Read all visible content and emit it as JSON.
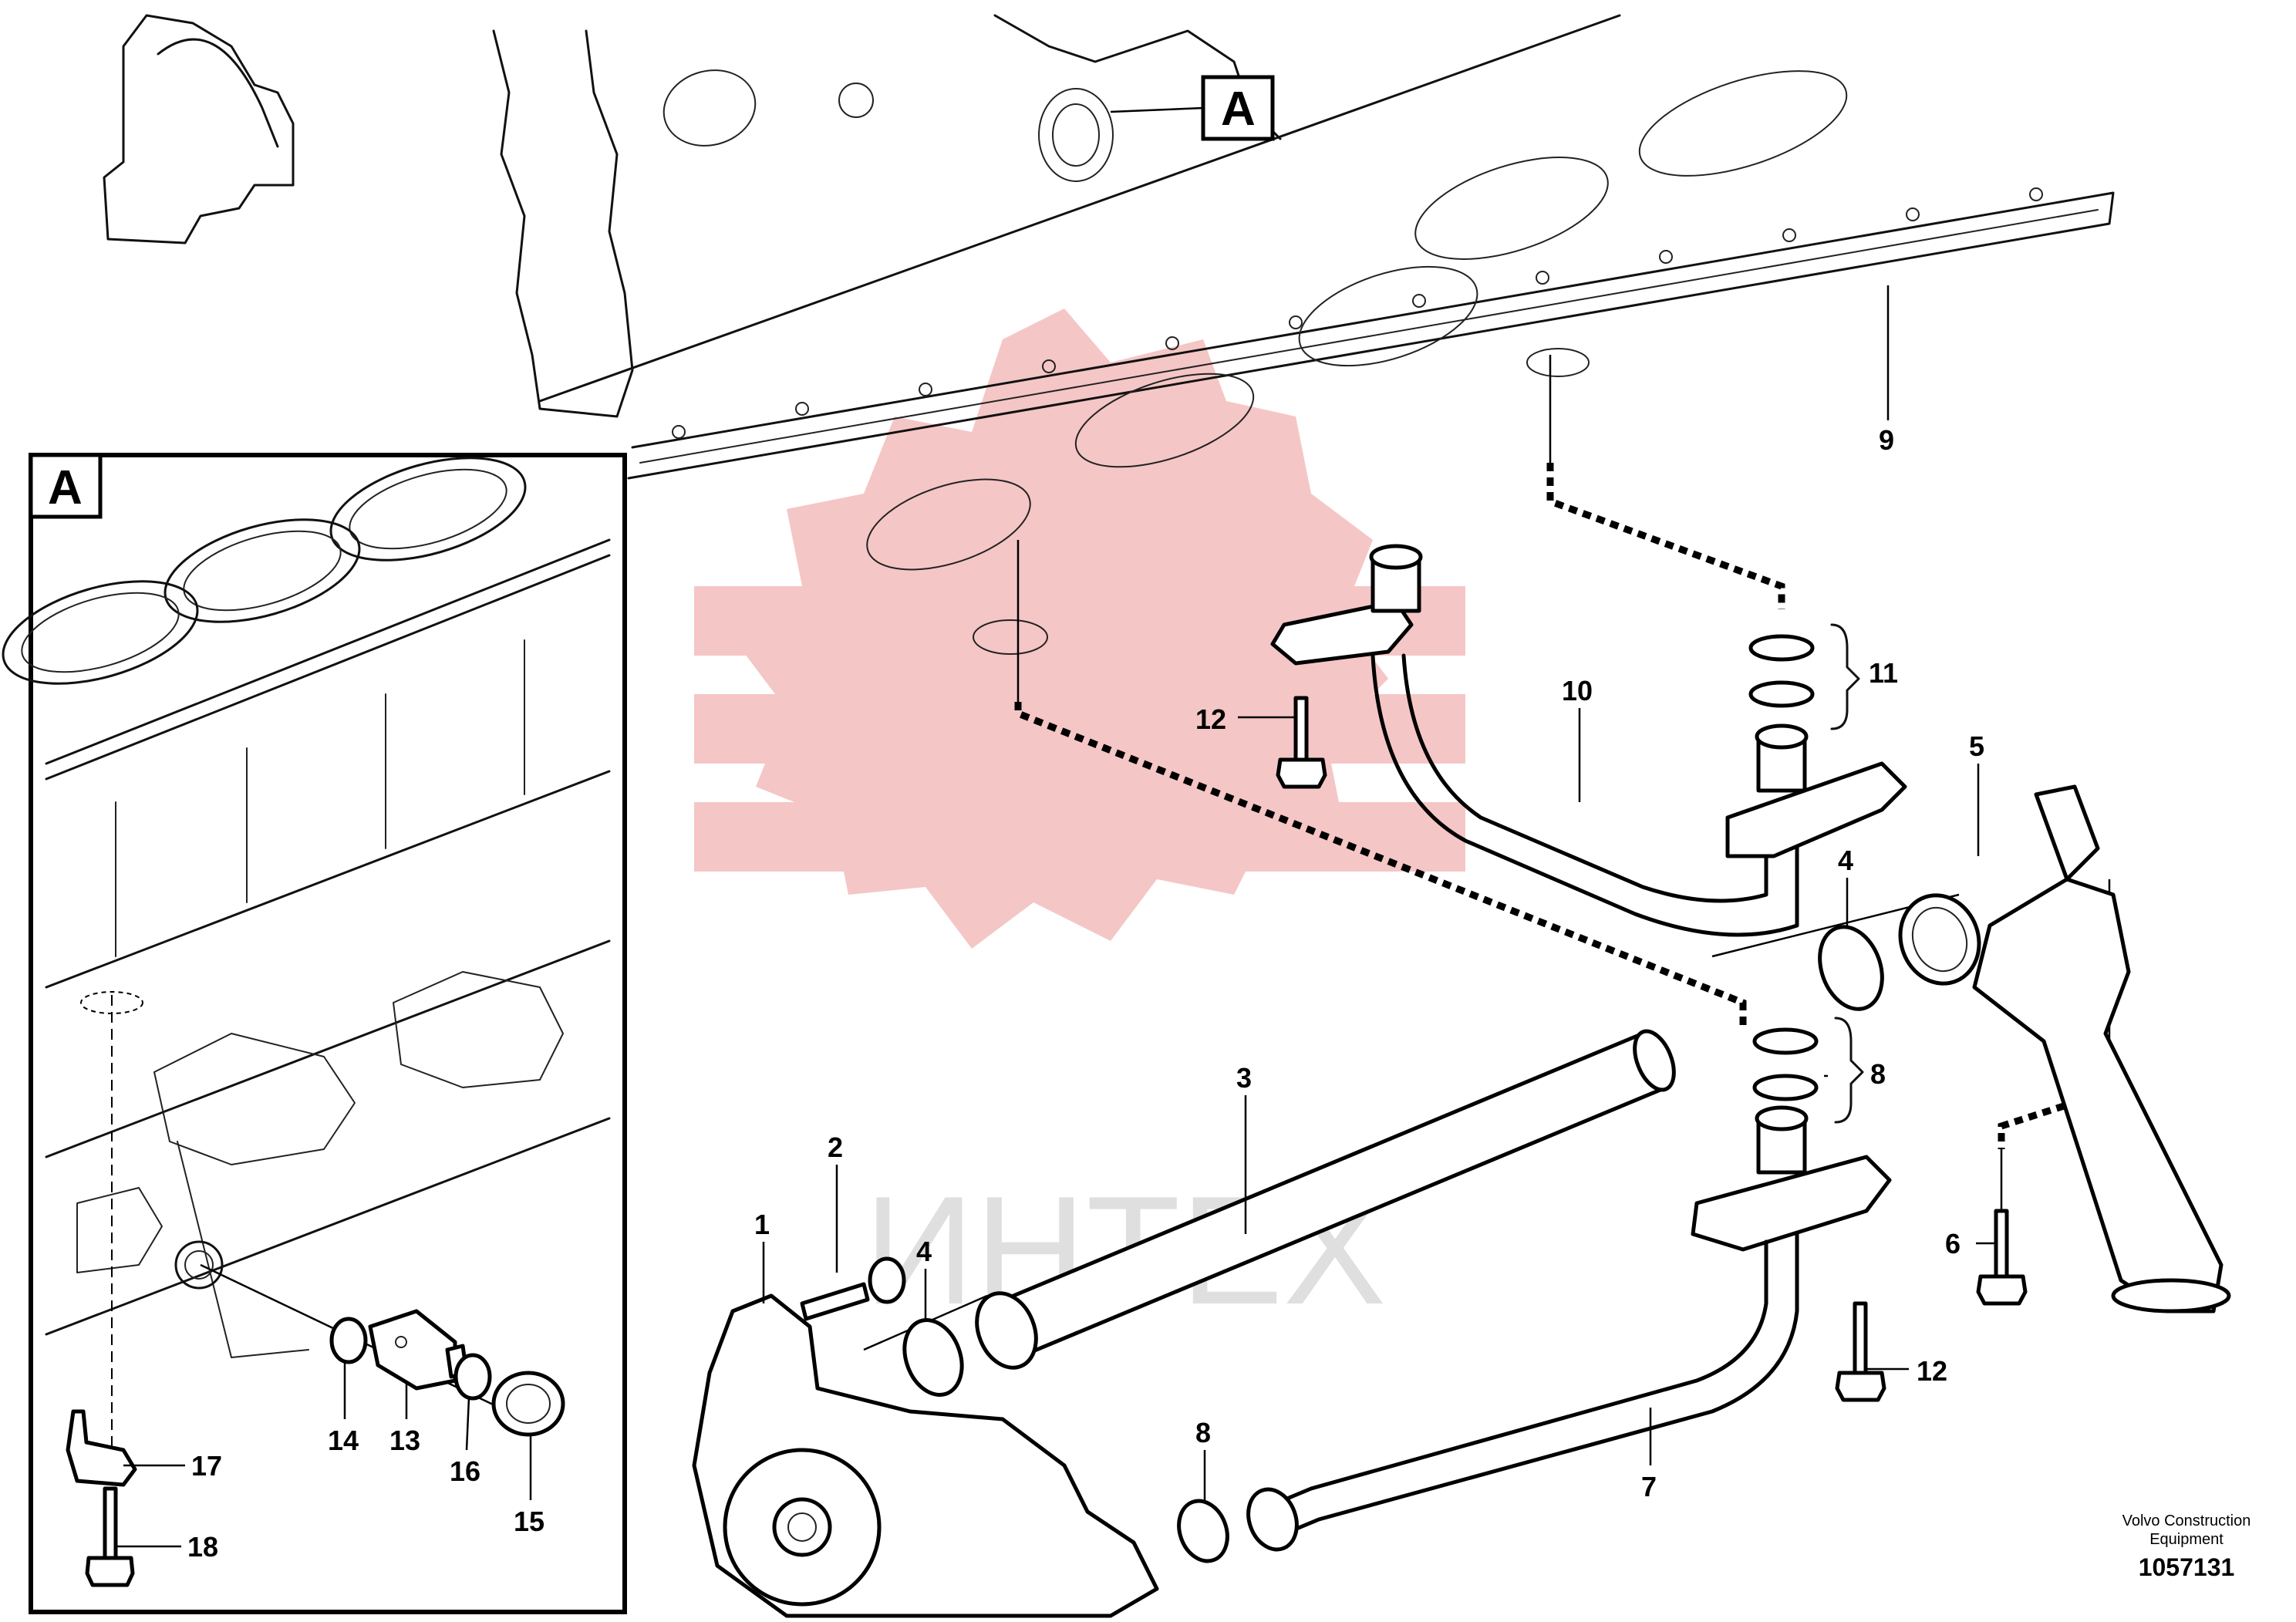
{
  "watermark": {
    "text": "ИНТЕХ",
    "color": "#f3b8b8"
  },
  "detail": {
    "reference_letter": "A"
  },
  "callouts": [
    {
      "id": "c1",
      "label": "1"
    },
    {
      "id": "c2",
      "label": "2"
    },
    {
      "id": "c3",
      "label": "3"
    },
    {
      "id": "c4a",
      "label": "4"
    },
    {
      "id": "c4b",
      "label": "4"
    },
    {
      "id": "c5",
      "label": "5"
    },
    {
      "id": "c6",
      "label": "6"
    },
    {
      "id": "c7",
      "label": "7"
    },
    {
      "id": "c8a",
      "label": "8"
    },
    {
      "id": "c8b",
      "label": "8"
    },
    {
      "id": "c9",
      "label": "9"
    },
    {
      "id": "c10",
      "label": "10"
    },
    {
      "id": "c11",
      "label": "11"
    },
    {
      "id": "c12a",
      "label": "12"
    },
    {
      "id": "c12b",
      "label": "12"
    },
    {
      "id": "c13",
      "label": "13"
    },
    {
      "id": "c14",
      "label": "14"
    },
    {
      "id": "c15",
      "label": "15"
    },
    {
      "id": "c16",
      "label": "16"
    },
    {
      "id": "c17",
      "label": "17"
    },
    {
      "id": "c18",
      "label": "18"
    }
  ],
  "footer": {
    "brand_line1": "Volvo Construction",
    "brand_line2": "Equipment",
    "reference_number": "1057131"
  }
}
